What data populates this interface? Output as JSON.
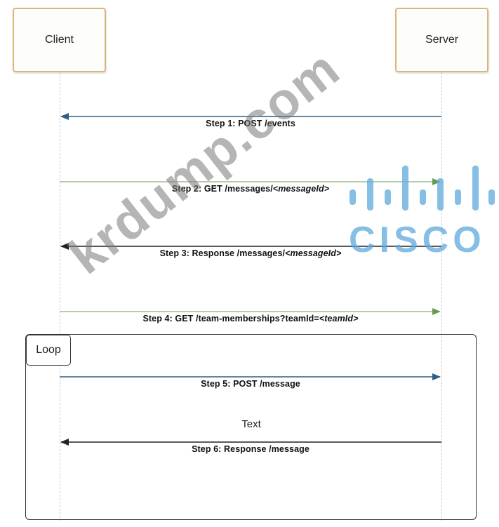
{
  "participants": {
    "client": "Client",
    "server": "Server"
  },
  "messages": [
    {
      "id": "step-1",
      "direction": "server-to-client",
      "text": "Step 1: POST /events"
    },
    {
      "id": "step-2",
      "direction": "client-to-server",
      "text_prefix": "Step 2: GET /messages/",
      "text_italic": "<messageId>"
    },
    {
      "id": "step-3",
      "direction": "server-to-client",
      "text_prefix": "Step 3: Response /messages/",
      "text_italic": "<messageId>"
    },
    {
      "id": "step-4",
      "direction": "client-to-server",
      "text_prefix": "Step 4: GET /team-memberships?teamId=",
      "text_italic": "<teamId>"
    },
    {
      "id": "step-5",
      "direction": "client-to-server",
      "text": "Step 5: POST /message"
    },
    {
      "id": "step-6",
      "direction": "server-to-client",
      "text": "Step 6: Response /message"
    }
  ],
  "loop": {
    "label": "Loop",
    "note": "Text"
  },
  "watermarks": {
    "site": "krdump.com",
    "brand": "CISCO"
  },
  "colors": {
    "box_border": "#d9b679",
    "arrow_blue": "#2c5e86",
    "arrow_green": "#6a9a52",
    "arrow_black": "#222222",
    "cisco_blue": "#5fa8dc"
  }
}
